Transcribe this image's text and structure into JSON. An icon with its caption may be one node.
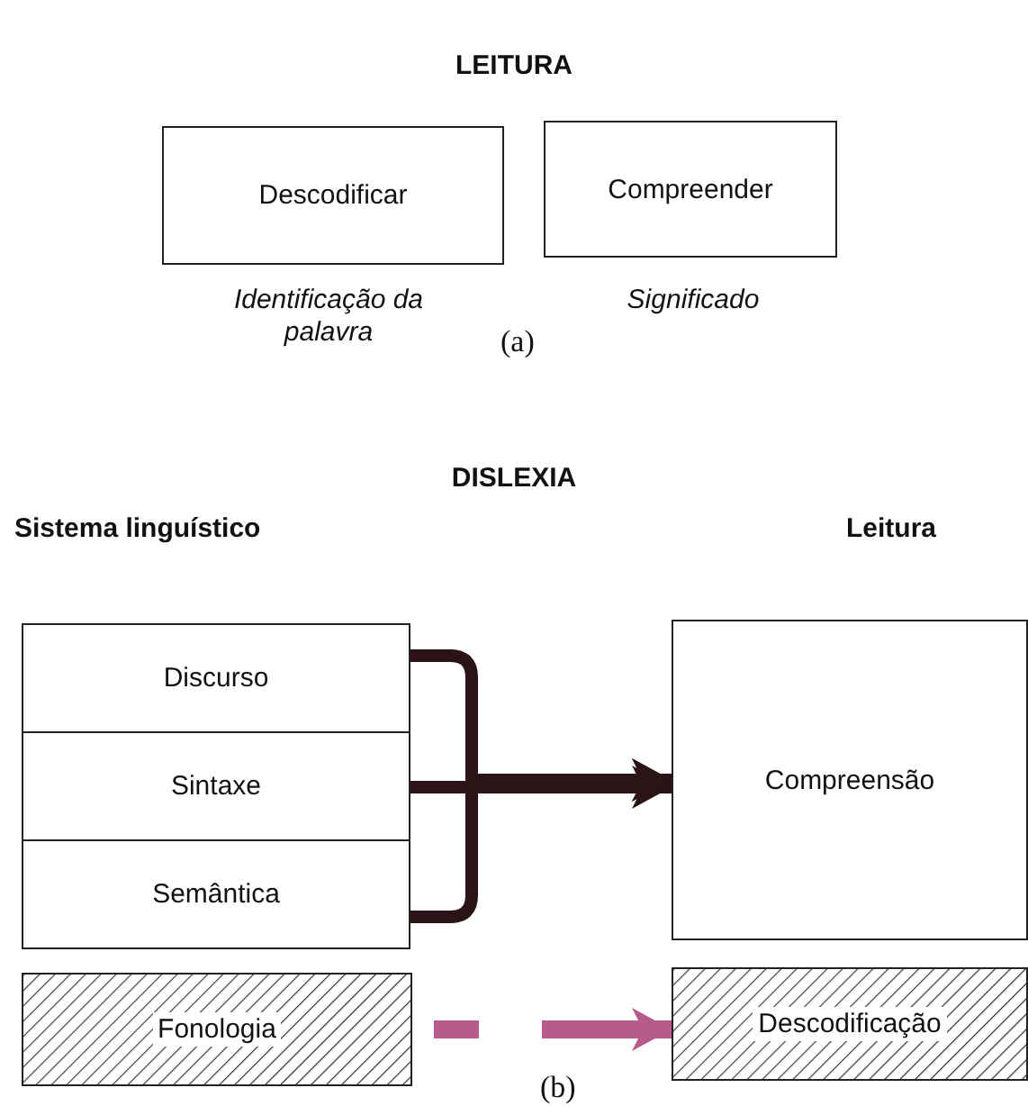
{
  "diagram": {
    "title": "LEITURA",
    "nodes": [
      {
        "text": [
          "Descodificar"
        ],
        "beside": [
          "Identificação da palavra"
        ]
      },
      {
        "text": [
          "Compreender"
        ],
        "beside": [
          "Significado"
        ]
      },
      {
        "text": [
          "Discurso"
        ]
      },
      {
        "text": [
          "Sintaxe"
        ]
      },
      {
        "text": [
          "Semântica"
        ]
      },
      {
        "text": [
          "Compreensão"
        ]
      },
      {
        "text": [
          "Fonologia"
        ]
      },
      {
        "text": [
          "Descodificação"
        ]
      }
    ],
    "edges": [
      {
        "from": 2,
        "to": 5,
        "arrow": "to"
      },
      {
        "from": 3,
        "to": 5,
        "arrow": "to"
      },
      {
        "from": 4,
        "to": 5,
        "arrow": "to"
      },
      {
        "from": 6,
        "to": 7,
        "arrow": "to",
        "style": "dashed",
        "color": "#b85a8c"
      }
    ],
    "labels": [
      "(a)",
      "DISLEXIA",
      "Sistema linguístico",
      "Leitura",
      "(b)"
    ]
  }
}
